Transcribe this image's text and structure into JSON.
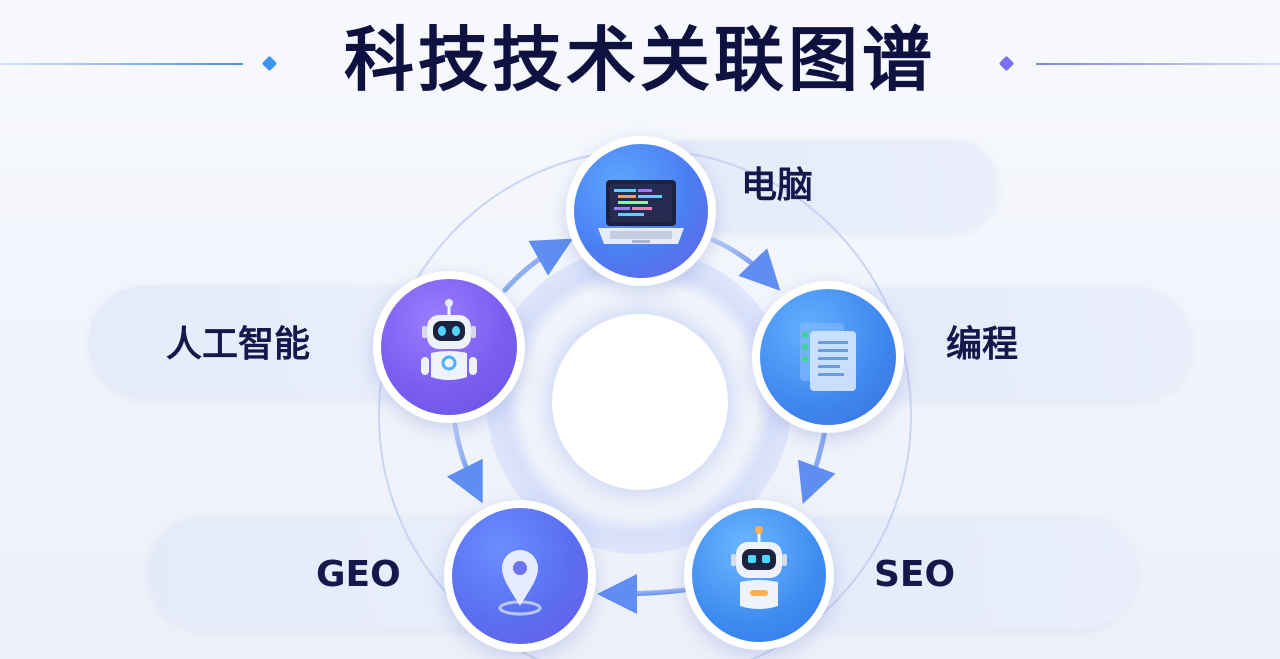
{
  "title": "科技技术关联图谱",
  "nodes": [
    {
      "id": "computer",
      "label": "电脑",
      "icon": "laptop-icon"
    },
    {
      "id": "programming",
      "label": "编程",
      "icon": "document-icon"
    },
    {
      "id": "seo",
      "label": "SEO",
      "icon": "robot-icon"
    },
    {
      "id": "geo",
      "label": "GEO",
      "icon": "location-pin-icon"
    },
    {
      "id": "ai",
      "label": "人工智能",
      "icon": "robot-icon"
    }
  ],
  "colors": {
    "title": "#0f1240",
    "node_blue": "#3f86ee",
    "node_purple": "#7a5ef0",
    "arrow": "#5f8ef0"
  }
}
